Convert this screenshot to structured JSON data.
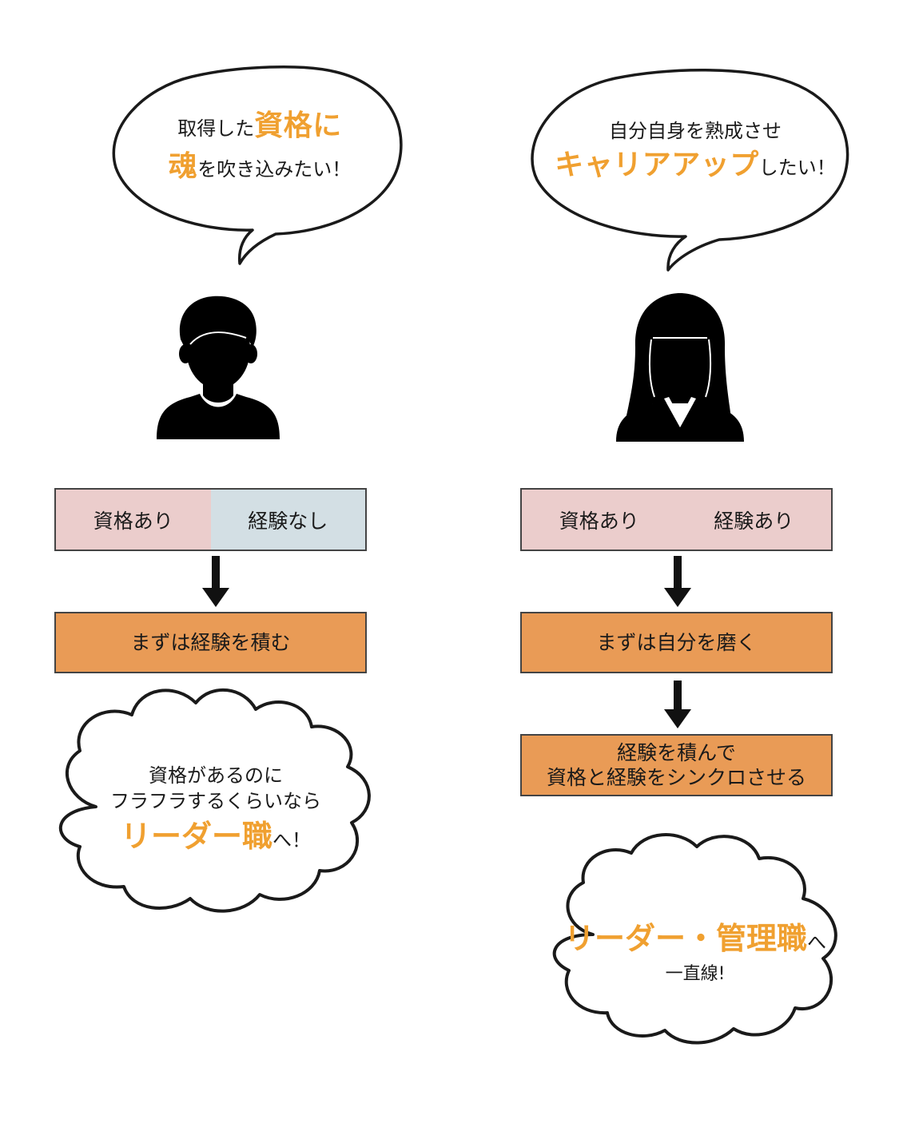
{
  "left": {
    "speech_bubble": {
      "line1_prefix": "取得した",
      "line1_highlight": "資格に",
      "line2_highlight": "魂",
      "line2_suffix": "を吹き込みたい！"
    },
    "person_icon": "man-silhouette-icon",
    "status_box": {
      "left_label": "資格あり",
      "right_label": "経験なし"
    },
    "step1": "まずは経験を積む",
    "cloud": {
      "line1": "資格があるのに",
      "line2": "フラフラするくらいなら",
      "line3_highlight": "リーダー職",
      "line3_suffix": "へ！"
    }
  },
  "right": {
    "speech_bubble": {
      "line1": "自分自身を熟成させ",
      "line2_highlight": "キャリアアップ",
      "line2_suffix": "したい！"
    },
    "person_icon": "woman-silhouette-icon",
    "status_box": {
      "left_label": "資格あり",
      "right_label": "経験あり"
    },
    "step1": "まずは自分を磨く",
    "step2_line1": "経験を積んで",
    "step2_line2": "資格と経験をシンクロさせる",
    "cloud": {
      "line1_highlight": "リーダー・管理職",
      "line1_suffix": "へ",
      "line2": "一直線!"
    }
  },
  "colors": {
    "highlight": "#f0a030",
    "pink": "#ebcdcc",
    "blue": "#d3dfe4",
    "orange": "#e99b56",
    "outline": "#1a1a1a"
  }
}
